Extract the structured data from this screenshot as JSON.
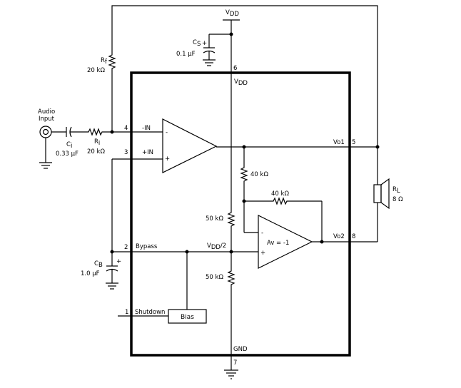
{
  "labels": {
    "vdd_top": "V",
    "vdd_top_sub": "DD",
    "cs": "C",
    "cs_sub": "S",
    "cs_value": "0.1 µF",
    "rf": "R",
    "rf_sub": "f",
    "rf_value": "20 kΩ",
    "audio_line1": "Audio",
    "audio_line2": "Input",
    "ci": "C",
    "ci_sub": "i",
    "ci_value": "0.33 µF",
    "ri": "R",
    "ri_sub": "i",
    "ri_value": "20 kΩ",
    "pin6": "6",
    "vdd_inner": "V",
    "vdd_inner_sub": "DD",
    "pin4": "4",
    "minus_in": "-IN",
    "pin3": "3",
    "plus_in": "+IN",
    "amp1_minus": "-",
    "amp1_plus": "+",
    "vo1": "Vo1",
    "pin5": "5",
    "r40a": "40 kΩ",
    "r40b": "40 kΩ",
    "rl": "R",
    "rl_sub": "L",
    "rl_value": "8 Ω",
    "r50a": "50 kΩ",
    "amp2_minus": "-",
    "amp2_plus": "+",
    "av": "Av = -1",
    "vo2": "Vo2",
    "pin8": "8",
    "pin2": "2",
    "bypass": "Bypass",
    "vdd2": "V",
    "vdd2_sub": "DD",
    "vdd2_tail": "/2",
    "cb": "C",
    "cb_sub": "B",
    "cb_plus": "+",
    "cb_value": "1.0 µF",
    "cs_plus": "+",
    "r50b": "50 kΩ",
    "pin1": "1",
    "shutdown": "Shutdown",
    "bias": "Bias",
    "gnd": "GND",
    "pin7": "7"
  }
}
